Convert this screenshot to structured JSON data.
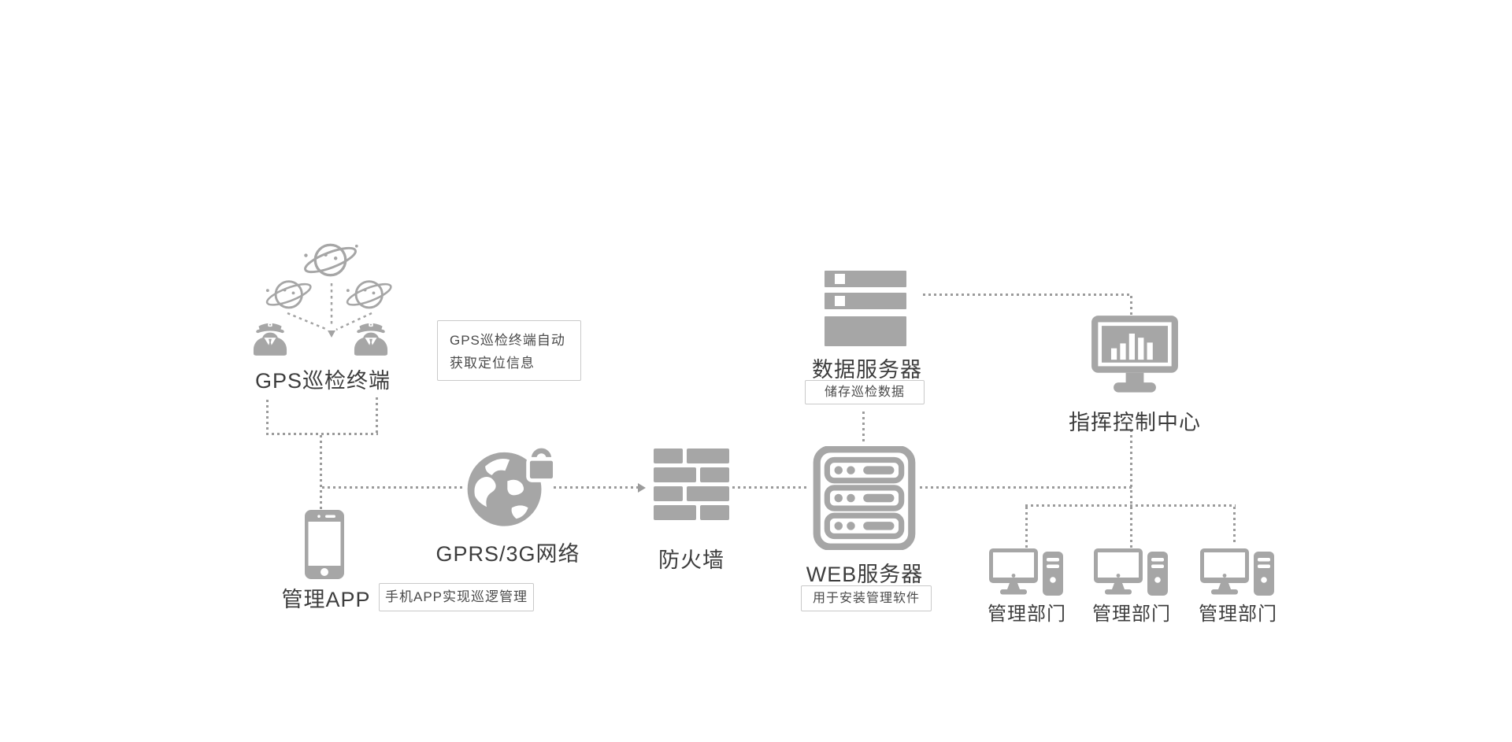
{
  "colors": {
    "background": "#ffffff",
    "icon_gray": "#a6a6a6",
    "line_gray": "#9b9b9b",
    "label_text": "#3d3d3d",
    "note_text": "#4a4a4a",
    "note_border": "#c9c9c9"
  },
  "nodes": {
    "gps_terminal": {
      "label": "GPS巡检终端"
    },
    "management_app": {
      "label": "管理APP"
    },
    "network": {
      "label": "GPRS/3G网络"
    },
    "firewall": {
      "label": "防火墙"
    },
    "web_server": {
      "label": "WEB服务器",
      "note": "用于安装管理软件"
    },
    "data_server": {
      "label": "数据服务器",
      "note": "储存巡检数据"
    },
    "command_center": {
      "label": "指挥控制中心"
    },
    "department_1": {
      "label": "管理部门"
    },
    "department_2": {
      "label": "管理部门"
    },
    "department_3": {
      "label": "管理部门"
    }
  },
  "notes": {
    "gps_note_line1": "GPS巡检终端自动",
    "gps_note_line2": "获取定位信息",
    "app_note": "手机APP实现巡逻管理"
  },
  "icons": {
    "gps_terminal": "satellite-icon / police-officer-icon",
    "management_app": "smartphone-icon",
    "network": "secure-globe-lock-icon",
    "firewall": "brick-wall-icon",
    "web_server": "server-rack-outline-icon",
    "data_server": "server-stack-icon",
    "command_center": "monitor-bar-chart-icon",
    "departments": "desktop-computer-icon"
  }
}
